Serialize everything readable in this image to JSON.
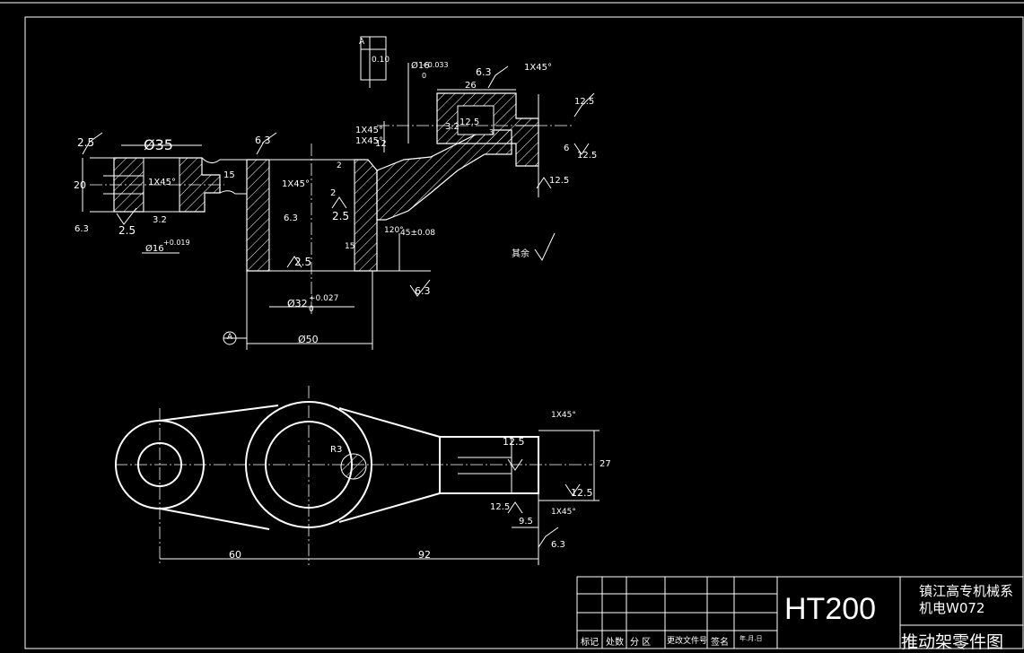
{
  "drawing": {
    "material": "HT200",
    "school_line1": "镇江高专机械系",
    "school_line2": "机电W072",
    "title": "推动架零件图",
    "other_roughness": "其余"
  },
  "title_block": {
    "headers": [
      "标记",
      "处数",
      "分 区",
      "更改文件号",
      "签名",
      "年.月.日"
    ]
  },
  "tolerance_frame": {
    "datum": "A",
    "value": "0.10"
  },
  "datum_symbol": "A",
  "top_view": {
    "left_dia": "Ø35",
    "left_height": "20",
    "left_chamfer": "1X45°",
    "left_bore": "Ø16",
    "left_bore_tol": "+0.019",
    "left_ra_top": "2.5",
    "left_ra_bot": "2.5",
    "left_ra_in": "3.2",
    "left_ra_side": "6.3",
    "neck": "15",
    "center_ra": "6.3",
    "center_chamfer1": "1X45°",
    "center_chamfer2": "1X45°",
    "center_ra_inner": "6.3",
    "dim_2": "2",
    "center_ra_25a": "2.5",
    "center_ra_25b": "2.5",
    "center_bore": "Ø32",
    "center_bore_tol": "+0.027",
    "center_bore_tol0": "0",
    "bottom_dia": "Ø50",
    "bottom_ra": "6.3",
    "angle": "120°",
    "height_label": "45±0.08",
    "small_dim1": "2",
    "small_dim2": "15",
    "arm_chamfer": "1X45°",
    "arm_height": "12",
    "arm_bore": "Ø16",
    "arm_bore_tol": "+0.033",
    "arm_bore_tol0": "0",
    "arm_width": "26",
    "arm_ra1": "6.3",
    "arm_ra2": "3.2",
    "arm_ra3": "12.5",
    "arm_slot": "3",
    "right_chamfer": "1X45°",
    "right_ra1": "12.5",
    "right_ra2": "12.5",
    "right_ra3": "12.5",
    "right_dim": "6"
  },
  "bottom_view": {
    "radius": "R3",
    "dim_60": "60",
    "dim_92": "92",
    "chamfer1": "1X45°",
    "chamfer2": "1X45°",
    "ra1": "12.5",
    "ra2": "12.5",
    "ra3": "12.5",
    "ra4": "6.3",
    "dim_95": "9.5",
    "dim_27": "27"
  }
}
